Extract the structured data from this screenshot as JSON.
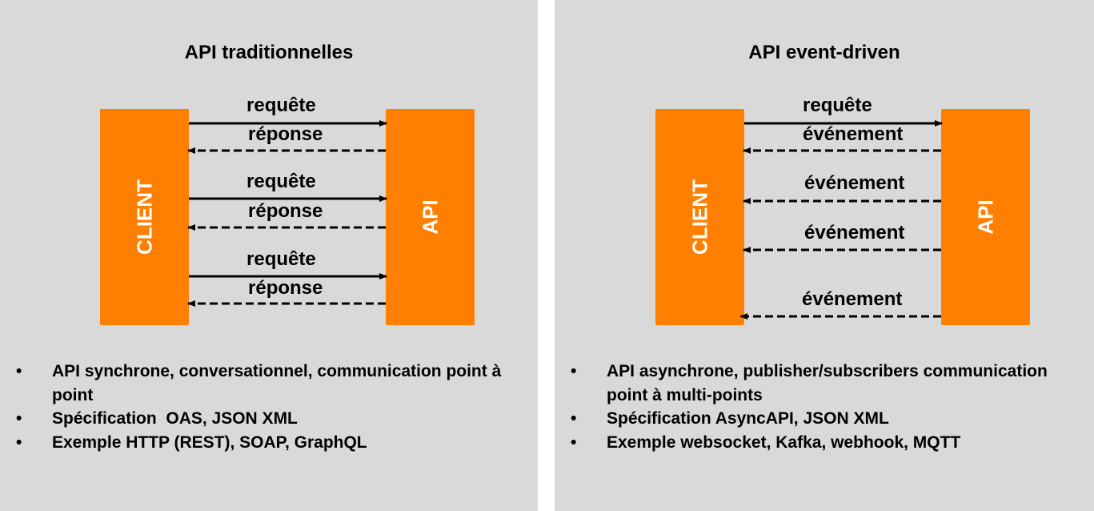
{
  "left": {
    "title": "API traditionnelles",
    "client_label": "CLIENT",
    "api_label": "API",
    "exchanges": [
      {
        "request": "requête",
        "response": "réponse"
      },
      {
        "request": "requête",
        "response": "réponse"
      },
      {
        "request": "requête",
        "response": "réponse"
      }
    ],
    "bullets": [
      "API synchrone, conversationnel, communication point à point",
      "Spécification  OAS, JSON XML",
      "Exemple HTTP (REST), SOAP, GraphQL"
    ]
  },
  "right": {
    "title": "API event-driven",
    "client_label": "CLIENT",
    "api_label": "API",
    "request": "requête",
    "events": [
      "événement",
      "événement",
      "événement",
      "événement"
    ],
    "bullets": [
      "API asynchrone, publisher/subscribers communication point à multi-points",
      "Spécification AsyncAPI, JSON XML",
      "Exemple websocket, Kafka, webhook, MQTT"
    ]
  },
  "bullet_symbol": "•",
  "colors": {
    "box": "#ff7f00",
    "panel": "#d9d9d9",
    "arrow": "#000000"
  }
}
